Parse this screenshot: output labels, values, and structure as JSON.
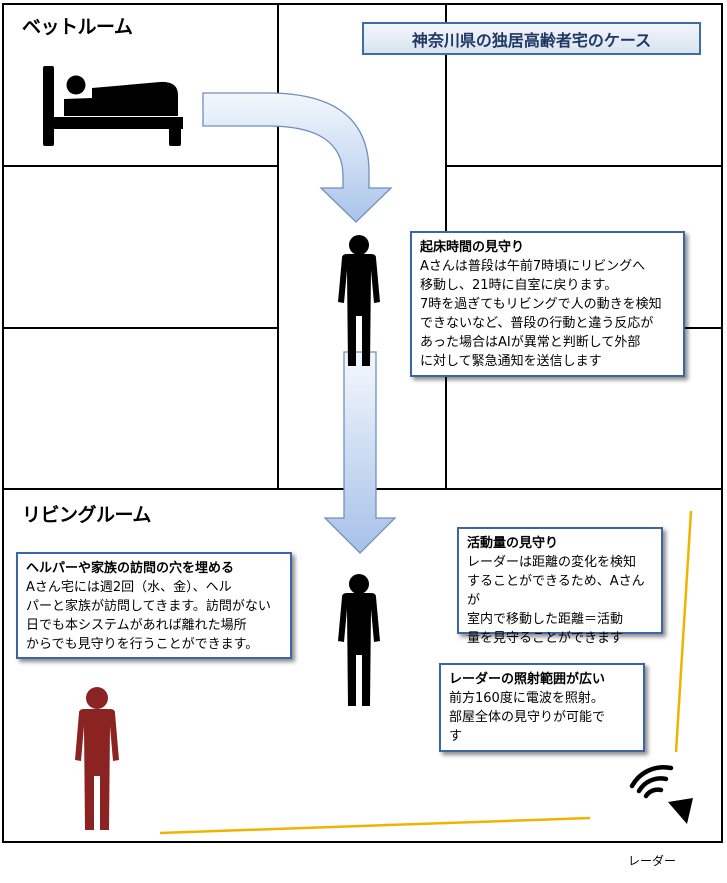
{
  "title": "神奈川県の独居高齢者宅のケース",
  "rooms": {
    "bedroom_label": "ベットルーム",
    "living_label": "リビングルーム"
  },
  "notes": {
    "wakeup": {
      "title": "起床時間の見守り",
      "body": "Aさんは普段は午前7時頃にリビングへ\n移動し、21時に自室に戻ります。\n7時を過ぎてもリビングで人の動きを検知\nできないなど、普段の行動と違う反応が\nあった場合はAIが異常と判断して外部\nに対して緊急通知を送信します"
    },
    "activity": {
      "title": "活動量の見守り",
      "body": "レーダーは距離の変化を検知\nすることができるため、Aさんが\n室内で移動した距離＝活動\n量を見守ることができます"
    },
    "visit": {
      "title": "ヘルパーや家族の訪問の穴を埋める",
      "body": "Aさん宅には週2回（水、金）、ヘル\nパーと家族が訪問してきます。訪問がない\n日でも本システムがあれば離れた場所\nからでも見守りを行うことができます。"
    },
    "range": {
      "title": "レーダーの照射範囲が広い",
      "body": "前方160度に電波を照射。\n部屋全体の見守りが可能で\nす"
    }
  },
  "radar_label": "レーダー",
  "icons": {
    "bed": "bed-sleeping-icon",
    "person": "person-icon",
    "radar": "radar-wave-icon"
  },
  "colors": {
    "border": "#000000",
    "note_border": "#3a66a8",
    "title_text": "#1f3864",
    "arrow_fill_top": "#f4f8fd",
    "arrow_fill_bottom": "#a9c4ea",
    "arrow_stroke": "#6f8fbf",
    "person_black": "#000000",
    "person_red": "#8b2323",
    "range_line": "#f0b400"
  }
}
